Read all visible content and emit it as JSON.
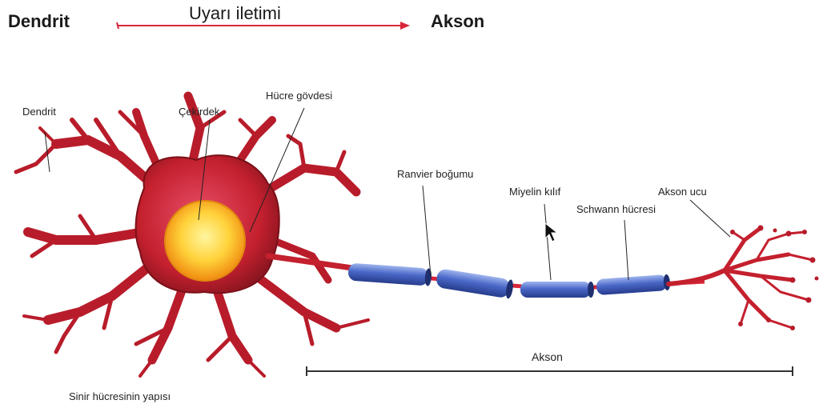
{
  "header": {
    "left": "Dendrit",
    "middle": "Uyarı iletimi",
    "right": "Akson"
  },
  "labels": {
    "dendrit": "Dendrit",
    "cekirdek": "Çekirdek",
    "hucre_govdesi": "Hücre gövdesi",
    "ranvier": "Ranvier boğumu",
    "miyelin": "Miyelin kılıf",
    "schwann": "Schwann hücresi",
    "akson_ucu": "Akson ucu",
    "akson": "Akson"
  },
  "caption": "Sinir hücresinin yapısı",
  "colors": {
    "arrow": "#d9263a",
    "neuron": "#c0202c",
    "neuron_dark": "#7a1018",
    "nucleus_outer": "#f2a516",
    "nucleus_inner": "#ffe77a",
    "myelin": "#3a57b8",
    "myelin_light": "#8aa3e6"
  },
  "icons": {
    "cursor": "mouse-pointer-icon"
  }
}
